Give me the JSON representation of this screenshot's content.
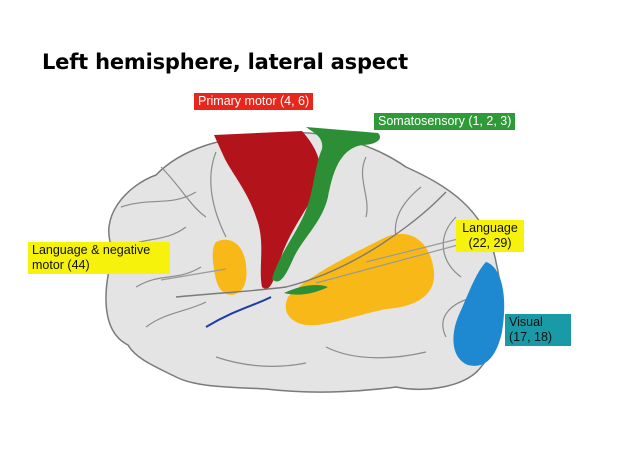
{
  "title": "Left hemisphere, lateral aspect",
  "labels": {
    "primary_motor": "Primary motor (4, 6)",
    "somatosensory": "Somatosensory (1, 2, 3)",
    "language_negative_motor": "Language & negative motor (44)",
    "language_22_29": "Language (22, 29)",
    "visual": "Visual (17, 18)"
  },
  "colors": {
    "primary_motor": "#b3141c",
    "somatosensory": "#2c8e35",
    "language": "#f7b818",
    "visual": "#1e88d0",
    "cortex": "#e3e3e3"
  }
}
